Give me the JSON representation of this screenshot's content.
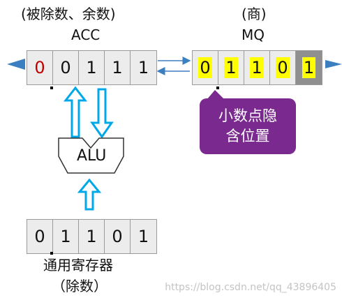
{
  "acc": {
    "top_label": "(被除数、余数)",
    "name": "ACC",
    "bits": [
      {
        "value": "0",
        "color": "#c00000",
        "highlight": false
      },
      {
        "value": "0",
        "color": "#111111",
        "highlight": false
      },
      {
        "value": "1",
        "color": "#111111",
        "highlight": false
      },
      {
        "value": "1",
        "color": "#111111",
        "highlight": false
      },
      {
        "value": "1",
        "color": "#111111",
        "highlight": false
      }
    ]
  },
  "mq": {
    "top_label": "(商)",
    "name": "MQ",
    "bits": [
      {
        "value": "0",
        "highlight": true
      },
      {
        "value": "1",
        "highlight": true
      },
      {
        "value": "1",
        "highlight": true
      },
      {
        "value": "0",
        "highlight": true
      },
      {
        "value": "1",
        "highlight": true,
        "grey": true
      }
    ]
  },
  "callout": {
    "line1": "小数点隐",
    "line2": "含位置"
  },
  "alu": {
    "label": "ALU"
  },
  "gpr": {
    "bits": [
      "0",
      "1",
      "1",
      "0",
      "1"
    ],
    "label_line1": "通用寄存器",
    "label_line2": "（除数）"
  },
  "watermark": "https://blog.csdn.net/qq_43896405",
  "colors": {
    "arrow": "#00a8e8",
    "callout": "#7a2a8e",
    "highlight": "#ffff00",
    "grey_cell": "#8f8f8f",
    "leading_bit": "#c00000"
  }
}
